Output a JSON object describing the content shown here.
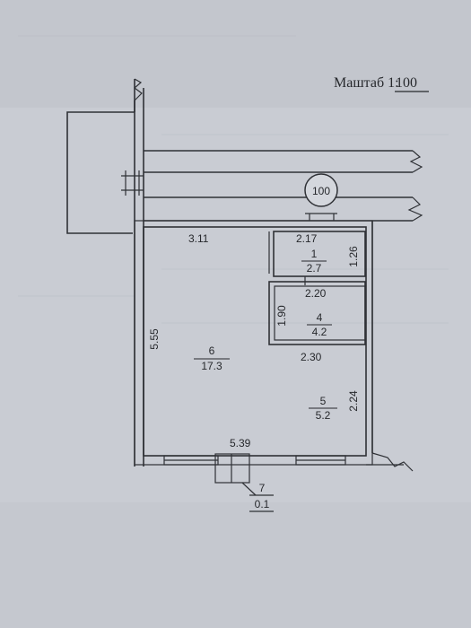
{
  "scale": {
    "label": "Маштаб 1:",
    "value": "100"
  },
  "marker": {
    "label": "100"
  },
  "rooms": [
    {
      "id": "1",
      "area": "2.7"
    },
    {
      "id": "4",
      "area": "4.2"
    },
    {
      "id": "5",
      "area": "5.2"
    },
    {
      "id": "6",
      "area": "17.3"
    },
    {
      "id": "7",
      "area": "0.1"
    }
  ],
  "dimensions": {
    "top_room6": "3.11",
    "top_room1": "2.17",
    "right_room1": "1.26",
    "top_room4": "2.20",
    "left_room4": "1.90",
    "top_room5": "2.30",
    "right_room5": "2.24",
    "left_room6": "5.55",
    "bottom": "5.39"
  },
  "colors": {
    "paper": "#c9ccd3",
    "ink": "#2f3136"
  }
}
